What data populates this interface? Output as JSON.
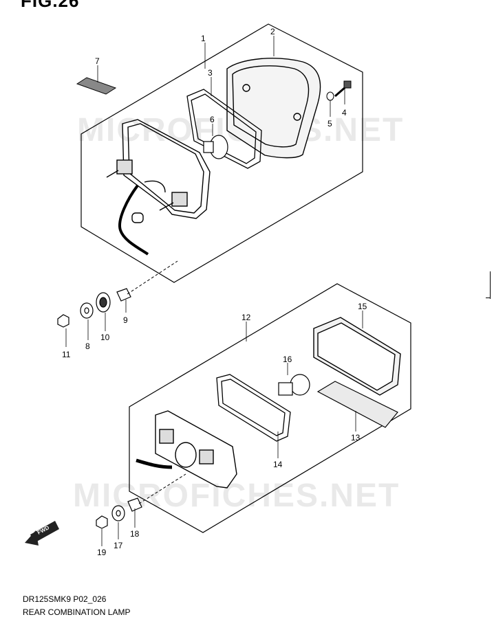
{
  "figure": {
    "title": "FIG.26",
    "model_code": "DR125SMK9 P02_026",
    "name": "REAR COMBINATION LAMP",
    "watermark": "MICROFICHES.NET",
    "fwd_label": "FWD"
  },
  "callouts": [
    "1",
    "2",
    "3",
    "4",
    "5",
    "6",
    "7",
    "8",
    "9",
    "10",
    "11",
    "12",
    "13",
    "14",
    "15",
    "16",
    "17",
    "18",
    "19"
  ]
}
